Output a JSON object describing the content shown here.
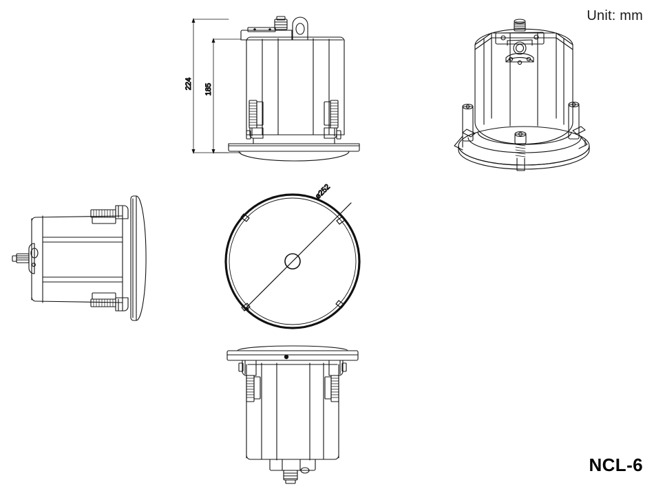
{
  "sheet": {
    "unit_note": "Unit: mm",
    "model_label": "NCL-6",
    "background_color": "#ffffff",
    "line_color": "#111111"
  },
  "dimensions": {
    "overall_height": "224",
    "body_height": "185",
    "flange_diameter": "ø252"
  },
  "views": {
    "front": {
      "name": "front-elevation-view"
    },
    "isometric": {
      "name": "isometric-view"
    },
    "left": {
      "name": "left-side-view"
    },
    "right": {
      "name": "right-side-view"
    },
    "plan": {
      "name": "plan-circle-view"
    },
    "bottom": {
      "name": "bottom-inverted-view"
    }
  },
  "chart_data": {
    "type": "table",
    "title": "NCL-6 ceiling loudspeaker dimensional drawing",
    "categories": [
      "overall height",
      "body height",
      "flange diameter"
    ],
    "values": [
      224,
      185,
      252
    ],
    "xlabel": "",
    "ylabel": "mm"
  }
}
